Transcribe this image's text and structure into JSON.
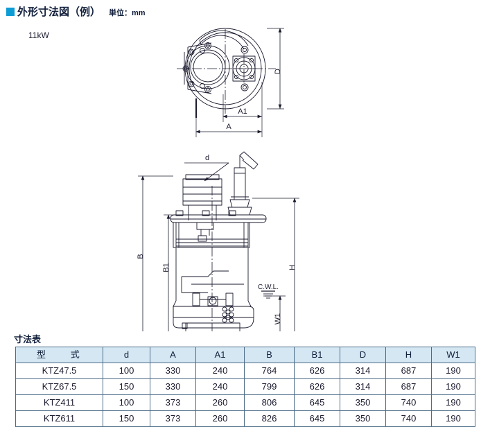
{
  "header": {
    "bullet_color": "#0d9cd4",
    "title": "外形寸法図（例）",
    "unit_note": "単位：mm"
  },
  "drawing": {
    "power_label": "11kW",
    "top_view": {
      "name": "flange-top-view",
      "dimension_labels": [
        "D",
        "A1",
        "A"
      ]
    },
    "front_view": {
      "name": "pump-front-view",
      "dimension_labels": [
        "d",
        "B",
        "B1",
        "H",
        "W1"
      ],
      "water_level_label": "C.W.L."
    },
    "labels": {
      "D": "D",
      "A1": "A1",
      "A": "A",
      "d": "d",
      "B": "B",
      "B1": "B1",
      "H": "H",
      "W1": "W1",
      "cwl": "C.W.L."
    }
  },
  "table_section": {
    "caption": "寸法表",
    "header_bg": "#d4e7f3",
    "border_color": "#4a6b86",
    "columns": [
      "型　　式",
      "d",
      "A",
      "A1",
      "B",
      "B1",
      "D",
      "H",
      "W1"
    ],
    "rows": [
      {
        "model": "KTZ47.5",
        "d": "100",
        "A": "330",
        "A1": "240",
        "B": "764",
        "B1": "626",
        "D": "314",
        "H": "687",
        "W1": "190"
      },
      {
        "model": "KTZ67.5",
        "d": "150",
        "A": "330",
        "A1": "240",
        "B": "799",
        "B1": "626",
        "D": "314",
        "H": "687",
        "W1": "190"
      },
      {
        "model": "KTZ411",
        "d": "100",
        "A": "373",
        "A1": "260",
        "B": "806",
        "B1": "645",
        "D": "350",
        "H": "740",
        "W1": "190"
      },
      {
        "model": "KTZ611",
        "d": "150",
        "A": "373",
        "A1": "260",
        "B": "826",
        "B1": "645",
        "D": "350",
        "H": "740",
        "W1": "190"
      }
    ]
  }
}
